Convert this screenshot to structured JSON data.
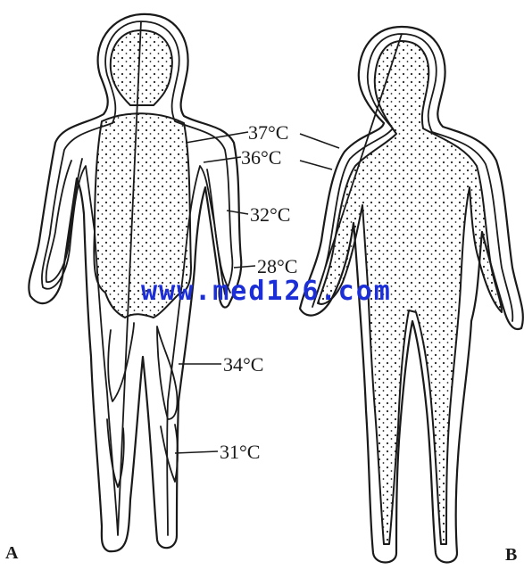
{
  "figure": {
    "panels": [
      {
        "letter": "A"
      },
      {
        "letter": "B"
      }
    ],
    "temperature_labels": [
      {
        "text": "37°C"
      },
      {
        "text": "36°C"
      },
      {
        "text": "32°C"
      },
      {
        "text": "28°C"
      },
      {
        "text": "34°C"
      },
      {
        "text": "31°C"
      }
    ],
    "watermark": "www.med126.com"
  }
}
